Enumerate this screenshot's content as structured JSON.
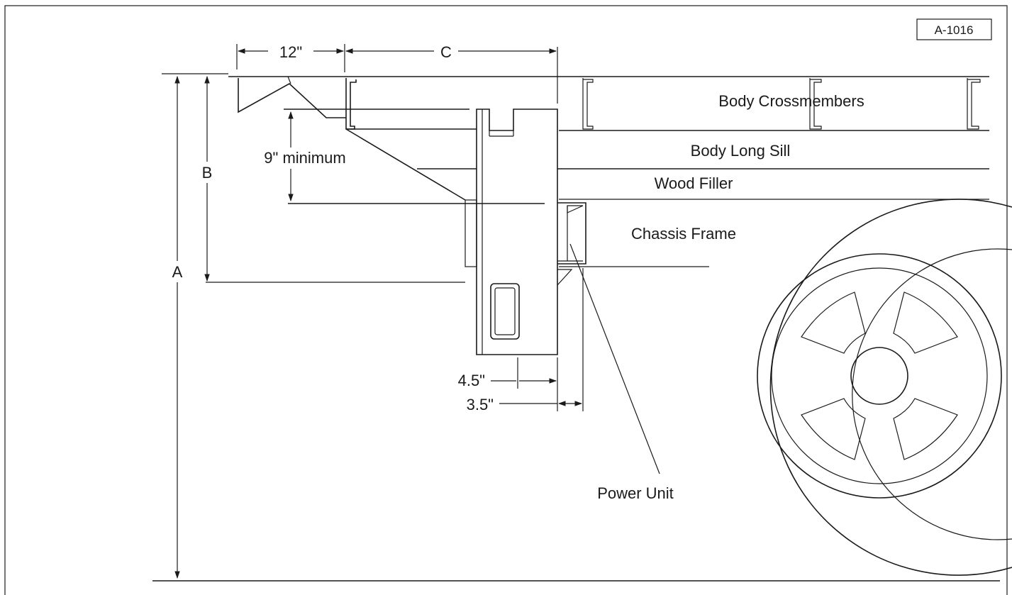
{
  "figure_id": "A-1016",
  "labels": {
    "body_crossmembers": "Body Crossmembers",
    "body_long_sill": "Body Long Sill",
    "wood_filler": "Wood Filler",
    "chassis_frame": "Chassis Frame",
    "power_unit": "Power Unit"
  },
  "dimensions": {
    "a": "A",
    "b": "B",
    "c": "C",
    "overhang": "12\"",
    "min_clearance": "9\" minimum",
    "offset_outer": "4.5\"",
    "offset_inner": "3.5\""
  }
}
